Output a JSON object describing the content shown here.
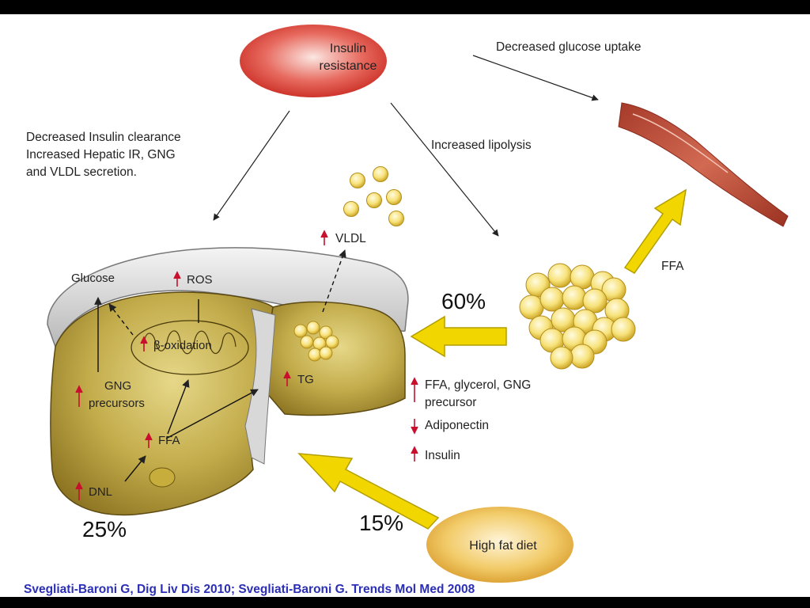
{
  "diagram": {
    "insulin_resistance": [
      "Insulin",
      "resistance"
    ],
    "muscle_label": "Decreased glucose uptake",
    "liver_effects": [
      "Decreased Insulin clearance",
      "Increased Hepatic IR, GNG",
      "and VLDL secretion."
    ],
    "lipolysis_label": "Increased lipolysis",
    "vldl_label": "VLDL",
    "ffa_to_muscle_label": "FFA",
    "adipose_percent": "60%",
    "diet_percent": "15%",
    "dnl_percent": "25%",
    "liver": {
      "glucose": "Glucose",
      "ros": "ROS",
      "beta_oxidation": "β-oxidation",
      "tg": "TG",
      "gng_precursors": [
        "GNG",
        "precursors"
      ],
      "ffa": "FFA",
      "dnl": "DNL"
    },
    "adipose_effects": {
      "line1": [
        "FFA, glycerol, GNG",
        "precursor"
      ],
      "adiponectin": "Adiponectin",
      "insulin": "Insulin"
    },
    "high_fat_diet": "High fat diet"
  },
  "citation": "Svegliati-Baroni G, Dig Liv Dis 2010;  Svegliati-Baroni G. Trends Mol Med 2008",
  "colors": {
    "arrow_yellow": "#f2d600",
    "up_arrow_red": "#c8102e",
    "citation_blue": "#2b2fb5",
    "liver_fill": "#b9a13f",
    "liver_capsule": "#dadada"
  }
}
